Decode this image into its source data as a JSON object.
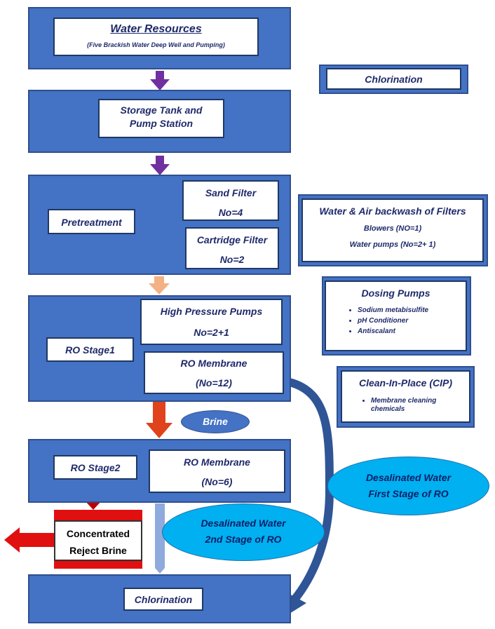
{
  "water_resources": {
    "title": "Water  Resources",
    "sub": "(Five Brackish Water Deep Well and Pumping)"
  },
  "storage": {
    "line1": "Storage Tank and",
    "line2": "Pump Station"
  },
  "pretreatment": {
    "label": "Pretreatment",
    "sand_filter": {
      "line1": "Sand Filter",
      "line2": "No=4"
    },
    "cartridge_filter": {
      "line1": "Cartridge Filter",
      "line2": "No=2"
    }
  },
  "ro_stage1": {
    "label": "RO Stage1",
    "hp_pumps": {
      "line1": "High Pressure Pumps",
      "line2": "No=2+1"
    },
    "membrane": {
      "line1": "RO Membrane",
      "line2": "(No=12)"
    }
  },
  "brine": "Brine",
  "ro_stage2": {
    "label": "RO Stage2",
    "membrane": {
      "line1": "RO Membrane",
      "line2": "(No=6)"
    }
  },
  "reject": {
    "line1": "Concentrated",
    "line2": "Reject Brine"
  },
  "desal2": {
    "line1": "Desalinated Water",
    "line2": "2nd Stage of RO"
  },
  "desal1": {
    "line1": "Desalinated Water",
    "line2": "First Stage of RO"
  },
  "chlorination_bottom": "Chlorination",
  "chlorination_top": "Chlorination",
  "backwash": {
    "title": "Water & Air backwash of Filters",
    "item1": "Blowers (NO=1)",
    "item2": "Water pumps (No=2+ 1)"
  },
  "dosing": {
    "title": "Dosing Pumps",
    "items": [
      "Sodium metabisulfite",
      "pH Conditioner",
      "Antiscalant"
    ]
  },
  "cip": {
    "title": "Clean-In-Place (CIP)",
    "items": [
      "Membrane cleaning",
      "chemicals"
    ]
  },
  "colors": {
    "block": "#4472c4",
    "arrow_purple": "#7030a0",
    "arrow_orange": "#f4b183",
    "arrow_red": "#e0421b",
    "oval": "#00b0f0"
  }
}
